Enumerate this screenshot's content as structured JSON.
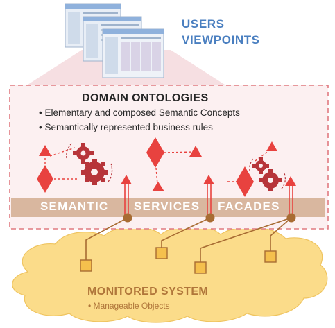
{
  "users_viewpoints": {
    "line1": "USERS",
    "line2": "VIEWPOINTS"
  },
  "domain_ontologies": {
    "title": "DOMAIN ONTOLOGIES",
    "bullets": [
      "• Elementary and composed Semantic Concepts",
      "• Semantically represented business rules"
    ]
  },
  "band": {
    "words": [
      "SEMANTIC",
      "SERVICES",
      "FACADES"
    ]
  },
  "monitored_system": {
    "title": "MONITORED SYSTEM",
    "bullet": "• Manageable Objects"
  },
  "colors": {
    "accent_red": "#e8423f",
    "band": "#d9b79f",
    "cloud": "#fbdc8a",
    "brown": "#a86c33",
    "dashed_border": "#e07a80",
    "users_text": "#4a7fc0"
  }
}
